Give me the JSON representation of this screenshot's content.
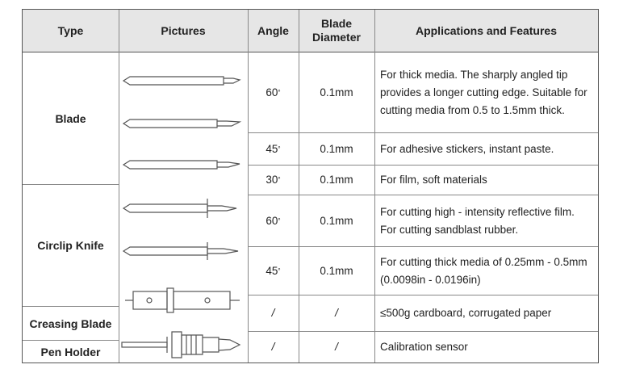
{
  "headers": {
    "type": "Type",
    "pictures": "Pictures",
    "angle": "Angle",
    "blade_diameter": "Blade Diameter",
    "applications": "Applications and Features"
  },
  "types": {
    "blade": "Blade",
    "circlip_knife": "Circlip Knife",
    "creasing_blade": "Creasing Blade",
    "pen_holder": "Pen Holder"
  },
  "rows": [
    {
      "angle": "60",
      "diameter": "0.1mm",
      "application": "For thick media. The sharply angled tip provides a longer cutting edge. Suitable for cutting media from 0.5 to 1.5mm thick."
    },
    {
      "angle": "45",
      "diameter": "0.1mm",
      "application": "For adhesive stickers, instant paste."
    },
    {
      "angle": "30",
      "diameter": "0.1mm",
      "application": "For film, soft materials"
    },
    {
      "angle": "60",
      "diameter": "0.1mm",
      "application": "For cutting high - intensity reflective film. For cutting sandblast rubber."
    },
    {
      "angle": "45",
      "diameter": "0.1mm",
      "application": "For cutting thick media of 0.25mm - 0.5mm (0.0098in - 0.0196in)"
    },
    {
      "angle": "/",
      "diameter": "/",
      "application": "≤500g cardboard, corrugated paper"
    },
    {
      "angle": "/",
      "diameter": "/",
      "application": "Calibration sensor"
    }
  ],
  "degree_mark": "°"
}
